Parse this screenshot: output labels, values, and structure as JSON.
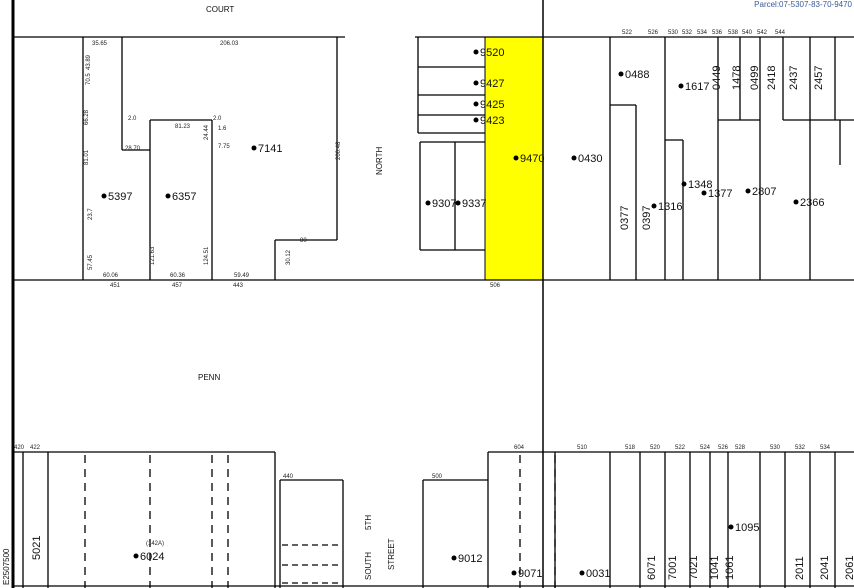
{
  "header": {
    "parcel_label": "Parcel:07-5307-83-70-9470"
  },
  "streets": {
    "court": "COURT",
    "north": "NORTH",
    "penn": "PENN",
    "south": "SOUTH",
    "fifth": "5TH",
    "street": "STREET"
  },
  "grid_label": "E2507500",
  "highlight_color": "#ffff00",
  "selected_parcel": "9470",
  "parcels": [
    "5397",
    "6357",
    "7141",
    "9520",
    "9427",
    "9425",
    "9423",
    "9470",
    "9307",
    "9337",
    "0430",
    "0488",
    "1617",
    "0449",
    "1478",
    "0499",
    "2418",
    "2437",
    "2457",
    "0377",
    "0397",
    "1316",
    "1348",
    "1377",
    "2807",
    "2366",
    "5021",
    "6024",
    "9012",
    "9071",
    "0031",
    "6071",
    "7001",
    "7021",
    "1041",
    "1061",
    "1095",
    "2011",
    "2041",
    "2061"
  ],
  "annotations": [
    "(142A)"
  ],
  "dimensions": [
    "35.65",
    "206.03",
    "43.89",
    "70.5",
    "66.28",
    "2.0",
    "81.23",
    "2.0",
    "24.44",
    "1.6",
    "7.75",
    "28.70",
    "81.01",
    "23.7",
    "57.45",
    "121.63",
    "124.51",
    "200.48",
    "80",
    "30.12",
    "60.06",
    "60.36",
    "59.49",
    "451",
    "457",
    "443",
    "522",
    "526",
    "530",
    "532",
    "534",
    "536",
    "538",
    "540",
    "542",
    "544",
    "506",
    "604",
    "510",
    "518",
    "520",
    "522",
    "524",
    "526",
    "528",
    "530",
    "532",
    "534",
    "420",
    "422",
    "440",
    "500"
  ]
}
